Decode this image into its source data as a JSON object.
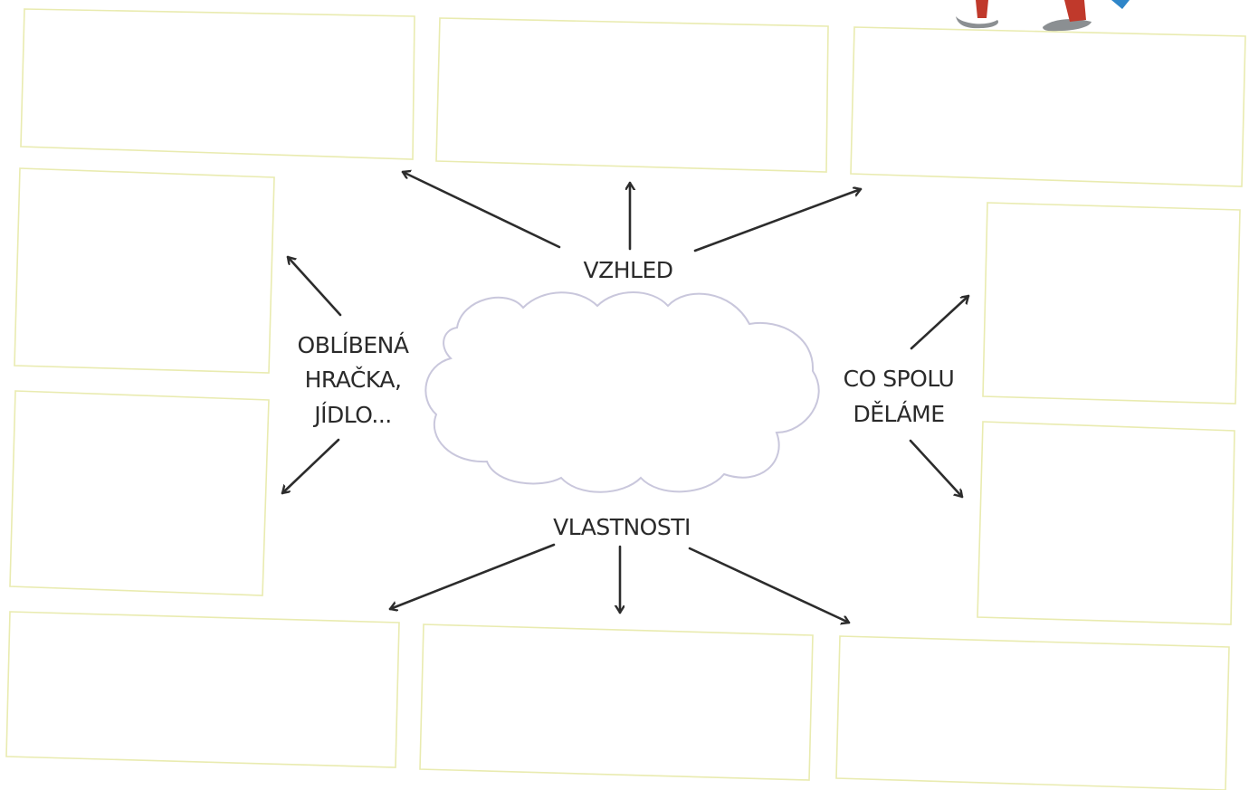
{
  "diagram": {
    "top_label": "VZHLED",
    "bottom_label": "VLASTNOSTI",
    "left_label": [
      "OBLÍBENÁ",
      "HRAČKA,",
      "JÍDLO..."
    ],
    "right_label": [
      "CO SPOLU",
      "DĚLÁME"
    ],
    "colors": {
      "box_border": "#e9ebb0",
      "arrow": "#2c2c2c",
      "cloud_outline": "#c9c7dc",
      "text": "#2a2a2a",
      "illustration_red": "#c0392b",
      "illustration_blue": "#2f86c9"
    }
  }
}
